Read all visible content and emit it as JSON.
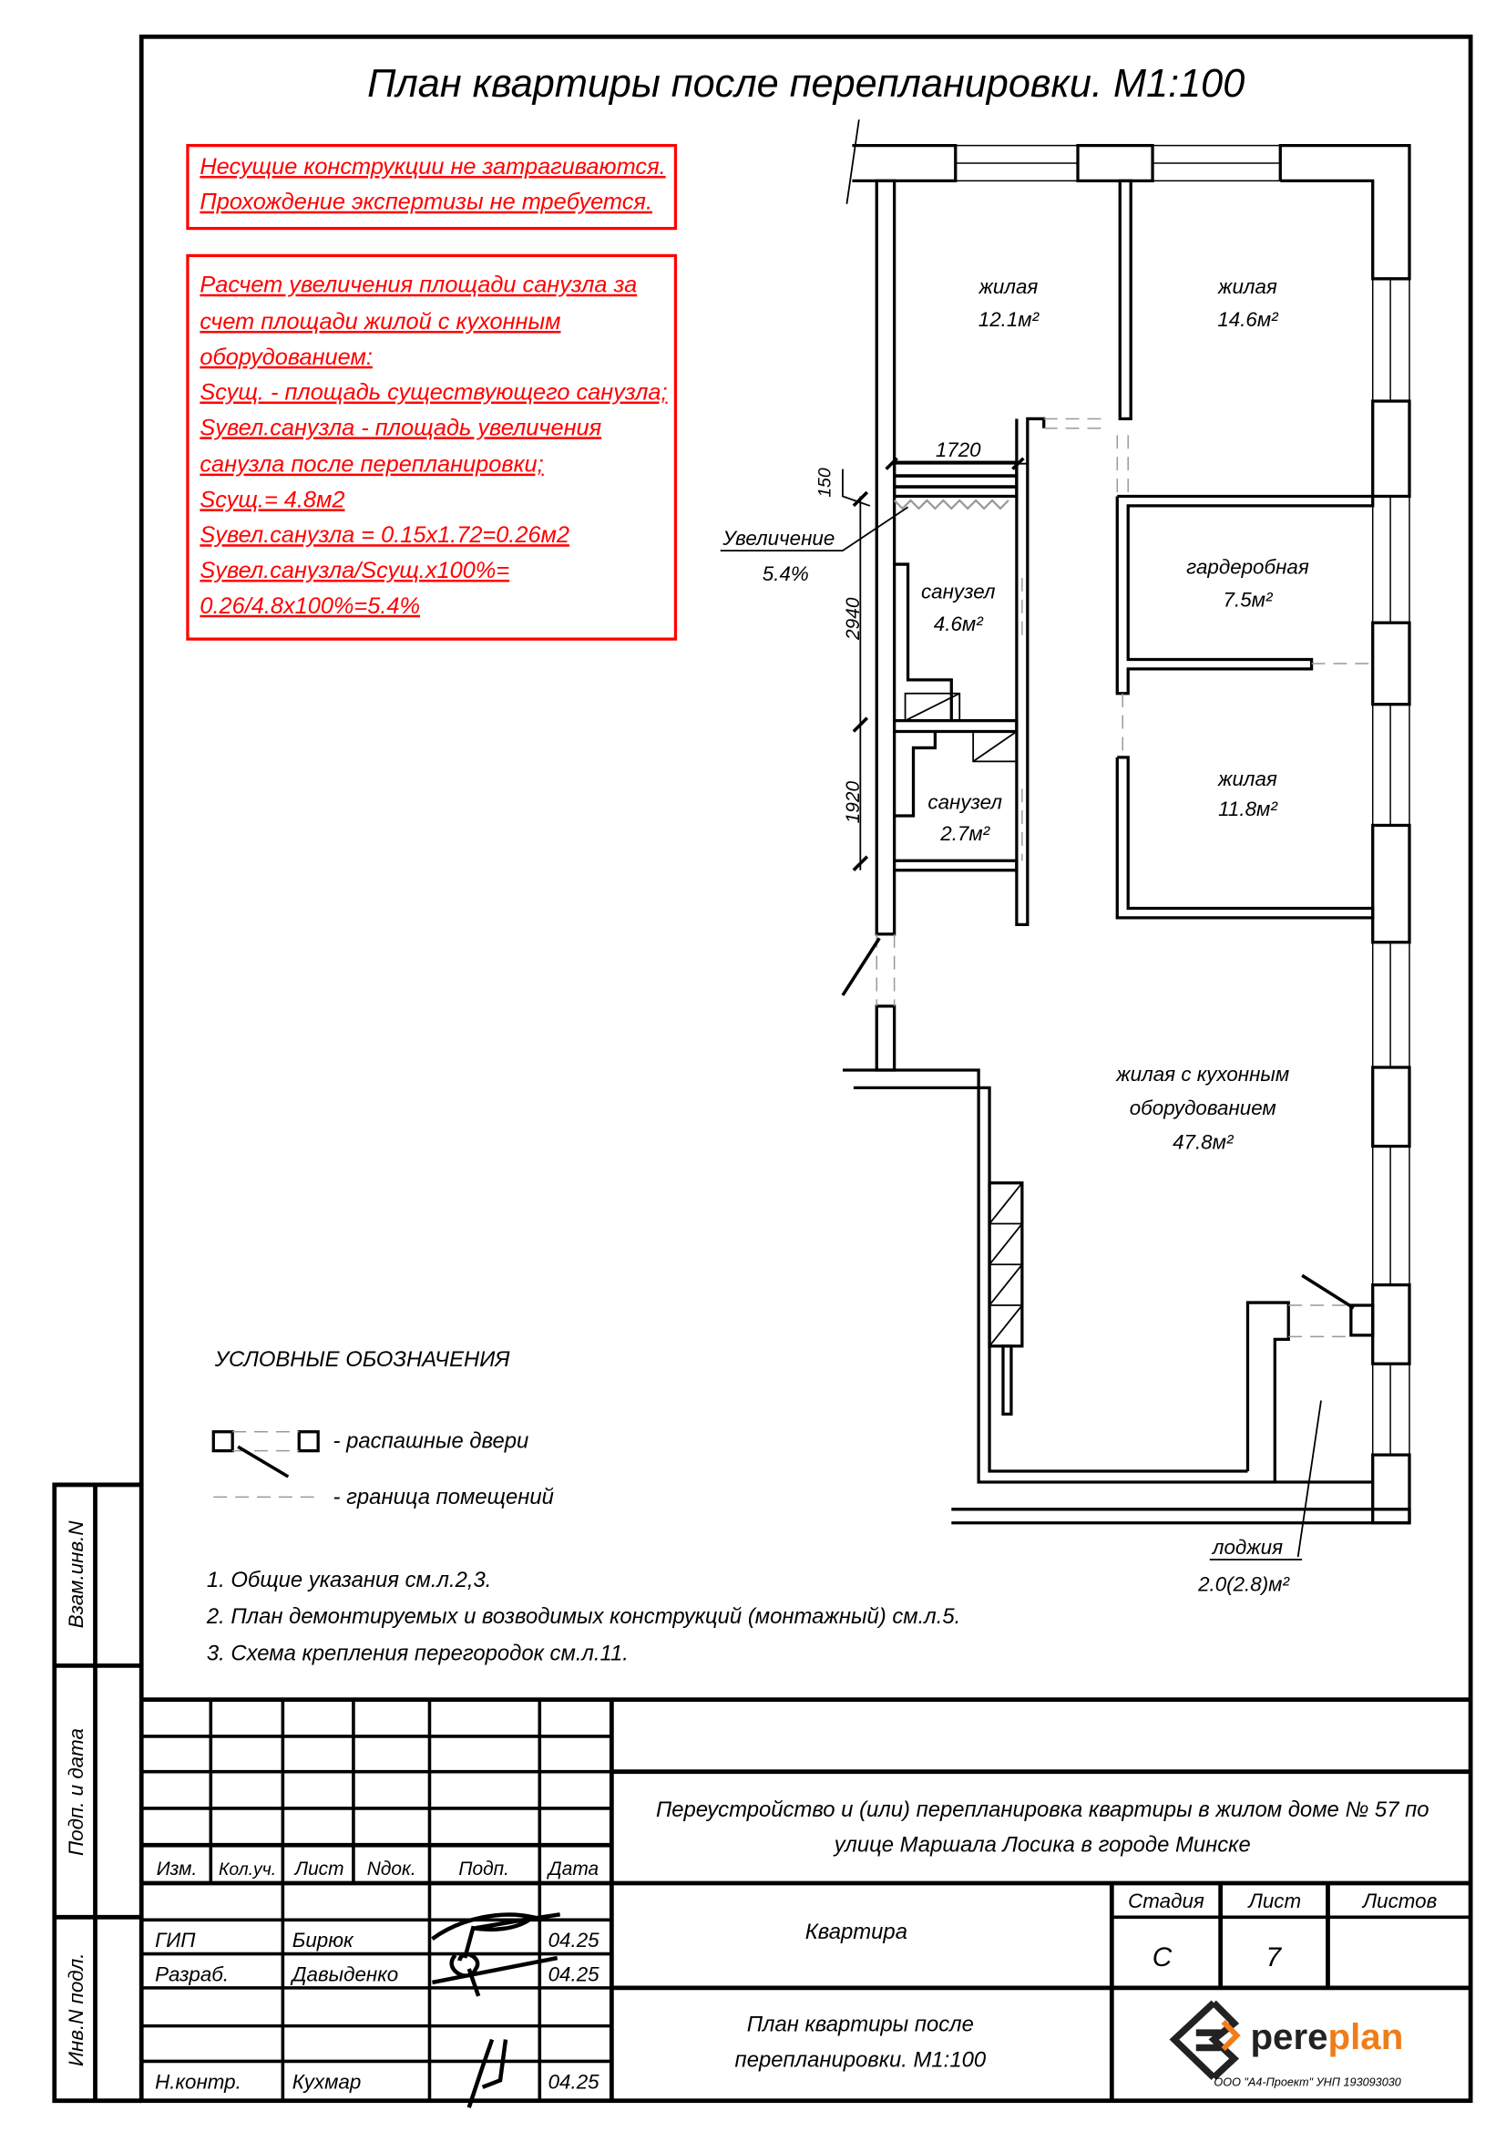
{
  "title": "План квартиры после  перепланировки. М1:100",
  "notes_red_1": [
    "Несущие конструкции не затрагиваются.",
    "Прохождение экспертизы не требуется."
  ],
  "notes_red_2": [
    "Расчет увеличения площади санузла за",
    "счет площади жилой с кухонным",
    "оборудованием:",
    "Sсущ. - площадь существующего санузла;",
    "Sувел.санузла - площадь увеличения",
    "санузла после перепланировки;",
    "Sсущ.= 4.8м2",
    "Sувел.санузла = 0.15x1.72=0.26м2",
    "Sувел.санузла/Sсущ.x100%=",
    "0.26/4.8x100%=5.4%"
  ],
  "accent_color": "#ff0000",
  "rooms": {
    "r1": {
      "name": "жилая",
      "area": "12.1м²"
    },
    "r2": {
      "name": "жилая",
      "area": "14.6м²"
    },
    "r3": {
      "name": "гардеробная",
      "area": "7.5м²"
    },
    "r4": {
      "name": "жилая",
      "area": "11.8м²"
    },
    "r5": {
      "name": "санузел",
      "area": "4.6м²"
    },
    "r6": {
      "name": "санузел",
      "area": "2.7м²"
    },
    "r7": {
      "name1": "жилая с кухонным",
      "name2": "оборудованием",
      "area": "47.8м²"
    },
    "r8": {
      "name": "лоджия",
      "area": "2.0(2.8)м²"
    }
  },
  "increase": {
    "label": "Увеличение",
    "value": "5.4%"
  },
  "dimensions": {
    "d1720": "1720",
    "d150": "150",
    "d2940": "2940",
    "d1920": "1920"
  },
  "legend": {
    "title": "УСЛОВНЫЕ ОБОЗНАЧЕНИЯ",
    "doors": "- распашные двери",
    "boundary": "- граница помещений"
  },
  "general_notes": [
    "1.  Общие указания см.л.2,3.",
    "2.  План демонтируемых и возводимых конструкций (монтажный) см.л.5.",
    "3.  Схема крепления перегородок см.л.11."
  ],
  "side_stamp": [
    "Взам.инв.N",
    "Подп. и дата",
    "Инв.N подл."
  ],
  "title_block": {
    "headers": [
      "Изм.",
      "Кол.уч.",
      "Лист",
      "Nдок.",
      "Подп.",
      "Дата"
    ],
    "people": [
      {
        "role": "ГИП",
        "name": "Бирюк",
        "date": "04.25"
      },
      {
        "role": "Разраб.",
        "name": "Давыденко",
        "date": "04.25"
      },
      {
        "role": "Н.контр.",
        "name": "Кухмар",
        "date": "04.25"
      }
    ],
    "project_line1": "Переустройство и (или) перепланировка квартиры в жилом доме № 57 по",
    "project_line2": "улице Маршала Лосика в городе Минске",
    "object": "Квартира",
    "stage_label": "Стадия",
    "sheet_label": "Лист",
    "sheets_label": "Листов",
    "stage": "С",
    "sheet": "7",
    "drawing_line1": "План квартиры после",
    "drawing_line2": "перепланировки. М1:100",
    "logo_word_1": "pere",
    "logo_word_2": "plan",
    "logo_color": "#f07d1a",
    "company": "ООО \"А4-Проект\" УНП 193093030"
  }
}
